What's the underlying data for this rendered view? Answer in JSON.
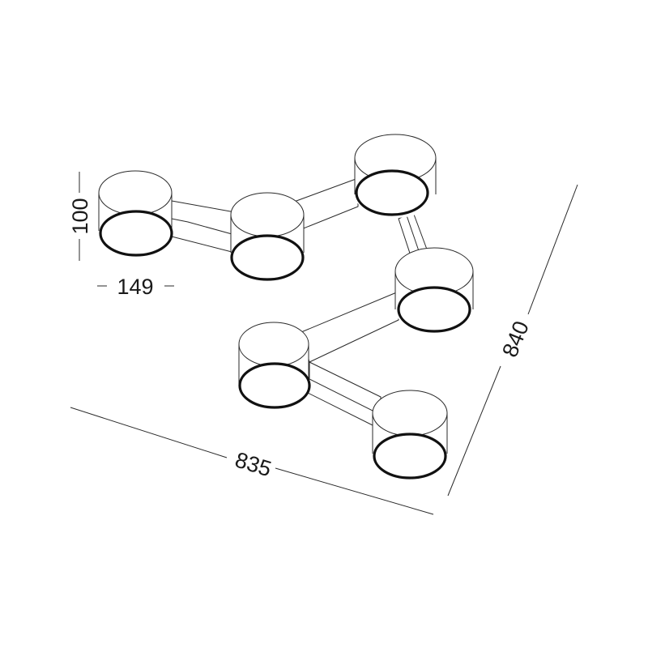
{
  "dimensions": {
    "height_label": "100",
    "diameter_label": "149",
    "width_label": "835",
    "depth_label": "840"
  }
}
